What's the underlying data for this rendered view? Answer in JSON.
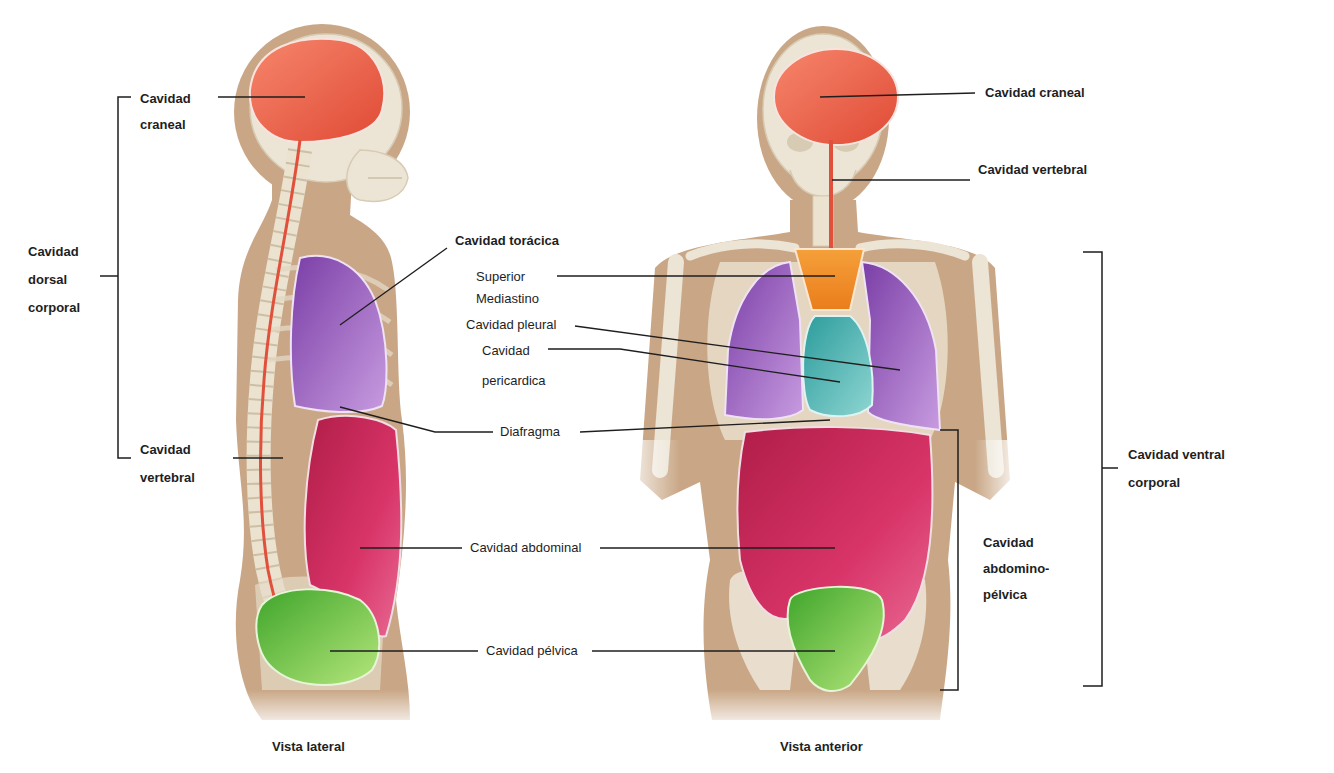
{
  "diagram": {
    "labels": [
      "Cavidad craneal",
      "Cavidad dorsal corporal",
      "Cavidad vertebral",
      "Cavidad torácica",
      "Superior Mediastino",
      "Cavidad pleural",
      "Cavidad pericardica",
      "Diafragma",
      "Cavidad abdominal",
      "Cavidad pélvica",
      "Vista lateral",
      "Cavidad craneal",
      "Cavidad vertebral",
      "Cavidad ventral corporal",
      "Cavidad abdomino- pélvica",
      "Vista anterior"
    ]
  }
}
